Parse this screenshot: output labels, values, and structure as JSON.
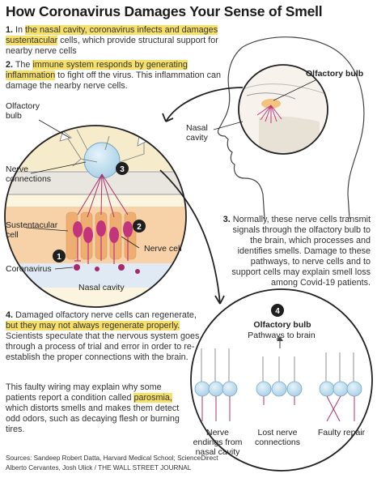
{
  "title": "How Coronavirus Damages Your Sense of Smell",
  "step1": {
    "num": "1.",
    "pre": "In ",
    "hl": "the nasal cavity, coronavirus infects and damages sustentacular",
    "post": " cells, which provide structural support for nearby nerve cells"
  },
  "step2": {
    "num": "2.",
    "pre": "The ",
    "hl": "immune system responds by generating inflammation",
    "post": " to fight off the virus. This inflammation can damage the nearby nerve cells."
  },
  "step3": {
    "num": "3.",
    "text": "Normally, these nerve cells transmit signals through the olfactory bulb to the brain, which processes and identifies smells. Damage to these pathways, to nerve cells and to support cells may explain smell loss among Covid-19 patients."
  },
  "step4": {
    "num": "4.",
    "pre": "Damaged olfactory nerve cells can regenerate, ",
    "hl": "but they may not always regenerate properly.",
    "post": " Scientists speculate that the nervous system goes through a process of trial and error in order to re-establish the proper connections with the brain."
  },
  "parosmia": {
    "pre": "This faulty wiring may explain why some patients report a condition called ",
    "hl": "parosmia,",
    "post": " which distorts smells and makes them detect odd odors, such as decaying flesh or burning tires."
  },
  "labels": {
    "olfactory_bulb_head": "Olfactory bulb",
    "nasal_cavity_head": "Nasal cavity",
    "olfactory_bulb_left": "Olfactory bulb",
    "nerve_connections": "Nerve connections",
    "sustentacular_cell": "Sustentacular cell",
    "nerve_cell": "Nerve cell",
    "coronavirus": "Coronavirus",
    "nasal_cavity_left": "Nasal cavity",
    "circle4_title": "Olfactory bulb",
    "pathways": "Pathways to brain",
    "nerve_endings": "Nerve endings from nasal cavity",
    "lost_nerve": "Lost nerve connections",
    "faulty_repair": "Faulty repair"
  },
  "markers": {
    "m1": "1",
    "m2": "2",
    "m3": "3",
    "m4": "4"
  },
  "sources": {
    "line1": "Sources: Sandeep Robert Datta, Harvard Medical School; ScienceDirect",
    "line2": "Alberto Cervantes, Josh Ulick / THE WALL STREET JOURNAL"
  },
  "colors": {
    "highlight": "#f7e06a",
    "tissue": "#f3c59b",
    "nerve": "#c2357a",
    "bulb": "#a9d3ea"
  }
}
